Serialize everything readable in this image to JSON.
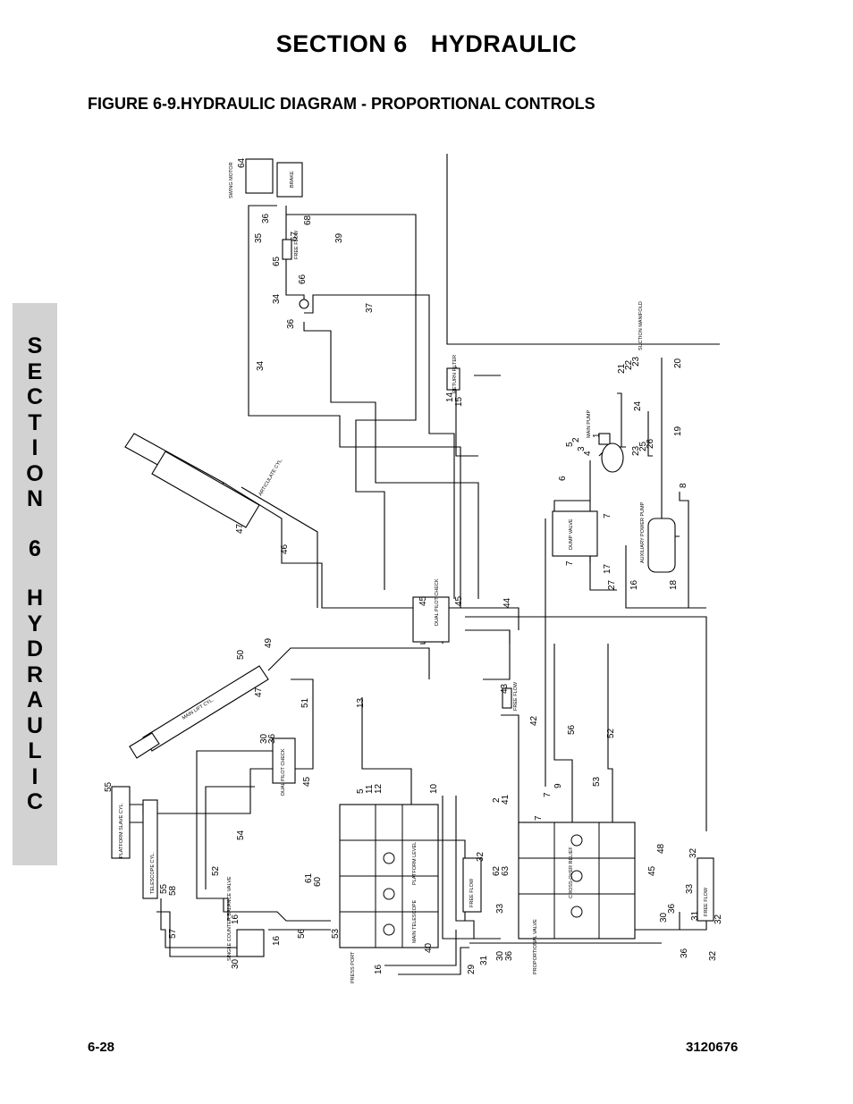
{
  "header": {
    "section": "SECTION 6",
    "topic": "HYDRAULIC"
  },
  "figure_title": "FIGURE 6-9.HYDRAULIC DIAGRAM - PROPORTIONAL CONTROLS",
  "side_tab": {
    "letters": [
      "S",
      "E",
      "C",
      "T",
      "I",
      "O",
      "N",
      "",
      "6",
      "",
      "H",
      "Y",
      "D",
      "R",
      "A",
      "U",
      "L",
      "I",
      "C"
    ]
  },
  "diagram": {
    "components": {
      "swing_motor": "SWING MOTOR",
      "brake": "BRAKE",
      "free_flow_1": "FREE FLOW",
      "articulate_cyl": "ARTICULATE CYL.",
      "main_lift_cyl": "MAIN LIFT CYL.",
      "dual_pilot_check_1": "DUAL PILOT CHECK",
      "dual_pilot_check_2": "DUAL PILOT CHECK",
      "platform_slave_cyl": "PLATFORM SLAVE CYL.",
      "telescope_cyl": "TELESCOPE CYL.",
      "suction_manifold": "SUCTION MANIFOLD",
      "dump_valve": "DUMP VALVE",
      "aux_power_pump": "AUXILIARY POWER PUMP",
      "main_pump": "MAIN PUMP",
      "proportional_valve": "PROPORTIONAL VALVE",
      "free_flow_2": "FREE FLOW",
      "free_flow_3": "FREE FLOW",
      "cross_over_relief": "CROSS-OVER RELIEF",
      "platform_level": "PLATFORM LEVEL",
      "main_telescope": "MAIN TELESCOPE",
      "press_port": "PRESS PORT",
      "single_counter_balance": "SINGLE COUNTER BALANCE VALVE",
      "return_filter": "RETURN FILTER"
    },
    "callouts": {
      "c64": "64",
      "c36a": "36",
      "c35": "35",
      "c68": "68",
      "c67": "67",
      "c65": "65",
      "c66": "66",
      "c39": "39",
      "c34a": "34",
      "c36b": "36",
      "c37": "37",
      "c34b": "34",
      "c14": "14",
      "c15": "15",
      "c20": "20",
      "c21": "21",
      "c22": "22",
      "c23a": "23",
      "c24": "24",
      "c19": "19",
      "c23b": "23",
      "c25": "25",
      "c26": "26",
      "c1": "1",
      "c2": "2",
      "c3": "3",
      "c4": "4",
      "c5": "5",
      "c6": "6",
      "c8": "8",
      "c7a": "7",
      "c7b": "7",
      "c17": "17",
      "c27": "27",
      "c16a": "16",
      "c18": "18",
      "c47a": "47",
      "c46": "46",
      "c45a": "45",
      "c45b": "45",
      "c44": "44",
      "c50": "50",
      "c49": "49",
      "c47b": "47",
      "c51": "51",
      "c13": "13",
      "c43": "43",
      "c42": "42",
      "c56": "56",
      "c52a": "52",
      "c30a": "30",
      "c36c": "36",
      "c45c": "45",
      "c5b": "5",
      "c11": "11",
      "c12": "12",
      "c10": "10",
      "c7c": "7",
      "c9": "9",
      "c53a": "53",
      "c7d": "7",
      "c2b": "2",
      "c41": "41",
      "c55a": "55",
      "c54": "54",
      "c52b": "52",
      "c55b": "55",
      "c58": "58",
      "c61": "61",
      "c60": "60",
      "c32a": "32",
      "c62": "62",
      "c63": "63",
      "c33a": "33",
      "c48": "48",
      "c45d": "45",
      "c32b": "32",
      "c33b": "33",
      "c32c": "32",
      "c30b": "30",
      "c36d": "36",
      "c31a": "31",
      "c36e": "36",
      "c57": "57",
      "c16b": "16",
      "c16c": "16",
      "c56b": "56",
      "c53b": "53",
      "c30c": "30",
      "c16d": "16",
      "c40": "40",
      "c29": "29",
      "c31b": "31",
      "c30d": "30",
      "c36f": "36",
      "c32d": "32"
    }
  },
  "footer": {
    "page": "6-28",
    "doc_number": "3120676"
  }
}
